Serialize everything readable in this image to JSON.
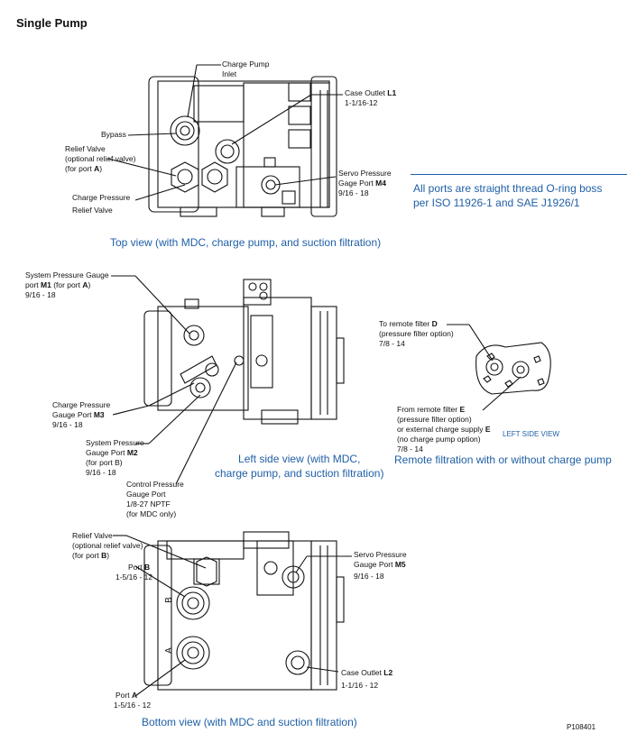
{
  "title": "Single Pump",
  "top_view": {
    "caption": "Top view (with MDC, charge pump, and suction filtration)",
    "labels": {
      "charge_pump_inlet": [
        "Charge Pump",
        "Inlet"
      ],
      "case_outlet": {
        "line1": "Case Outlet ",
        "bold": "L1",
        "line2": "1-1/16-12"
      },
      "bypass": "Bypass",
      "relief_valve": [
        "Relief Valve",
        "(optional relief valve)"
      ],
      "relief_for": {
        "pre": "(for port ",
        "bold": "A",
        "post": ")"
      },
      "charge_pressure_relief": [
        "Charge Pressure",
        "Relief  Valve"
      ],
      "servo_pressure": {
        "line1": "Servo Pressure",
        "line2pre": "Gage Port ",
        "bold": "M4",
        "line3": "9/16 - 18"
      }
    }
  },
  "ports_note": [
    "All ports are straight thread O-ring boss",
    "per ISO 11926-1 and SAE J1926/1"
  ],
  "left_side_view": {
    "caption": [
      "Left side view (with MDC,",
      "charge pump, and suction filtration)"
    ],
    "labels": {
      "system_gauge_m1": {
        "line1": "System Pressure Gauge",
        "line2pre": "port ",
        "bold": "M1",
        "line2mid": " (for port ",
        "bold2": "A",
        "line2post": ")",
        "line3": "9/16 - 18"
      },
      "charge_gauge_m3": {
        "line1": "Charge Pressure",
        "line2pre": "Gauge Port ",
        "bold": "M3",
        "line3": "9/16 - 18"
      },
      "system_gauge_m2": {
        "line1": "System Pressure",
        "line2pre": "Gauge Port ",
        "bold": "M2",
        "line3": "(for port B)",
        "line4": "9/16 - 18"
      },
      "control_pressure": [
        "Control Pressure",
        "Gauge Port",
        "1/8-27 NPTF",
        "(for MDC only)"
      ]
    }
  },
  "remote_filtration": {
    "caption": "Remote filtration with or without charge pump",
    "to_filter": {
      "line1pre": "To remote filter ",
      "bold": "D",
      "line2": "(pressure filter option)",
      "line3": "7/8 - 14"
    },
    "from_filter": {
      "line1pre": "From remote filter ",
      "bold": "E",
      "line2": "(pressure filter option)",
      "line3pre": "or external charge supply ",
      "bold2": "E",
      "line4": "(no charge pump option)",
      "line5": "7/8 - 14"
    },
    "left_side_view_label": "LEFT SIDE VIEW"
  },
  "bottom_view": {
    "caption": "Bottom view (with MDC and suction filtration)",
    "labels": {
      "relief_valve": {
        "line1": "Relief  Valve",
        "line2": "(optional relief valve)",
        "line3pre": "(for port ",
        "bold": "B",
        "line3post": ")"
      },
      "port_b": {
        "pre": "Port ",
        "bold": "B",
        "size": "1-5/16 - 12"
      },
      "servo_m5": {
        "line1": "Servo Pressure",
        "line2pre": "Gauge Port ",
        "bold": "M5",
        "line3": "9/16 - 18"
      },
      "case_outlet_l2": {
        "line1pre": "Case Outlet ",
        "bold": "L2",
        "line2": "1-1/16 - 12"
      },
      "port_a": {
        "pre": "Port ",
        "bold": "A",
        "size": "1-5/16 - 12"
      },
      "letter_a": "A",
      "letter_b": "B"
    }
  },
  "figure_id": "P108401"
}
